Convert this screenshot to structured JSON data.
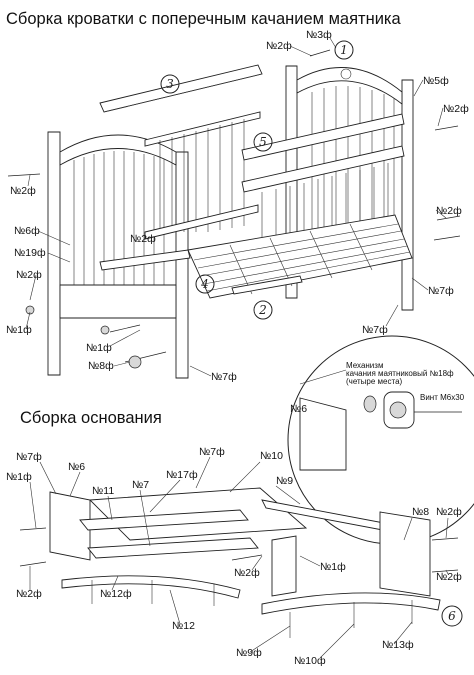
{
  "titles": {
    "crib_assembly": "Сборка кроватки с поперечным качанием маятника",
    "base_assembly": "Сборка основания"
  },
  "mechanism_callout": {
    "line1": "Механизм",
    "line2": "качания маятниковый №18ф",
    "line3": "(четыре места)",
    "screw": "Винт М6х30"
  },
  "step_numbers": [
    "1",
    "2",
    "3",
    "4",
    "5",
    "6"
  ],
  "part_labels": {
    "p_2f_top": "№2ф",
    "p_3f": "№3ф",
    "p_5f": "№5ф",
    "p_2f_right_top": "№2ф",
    "p_2f_left": "№2ф",
    "p_2f_right_mid": "№2ф",
    "p_6f_left": "№6ф",
    "p_19f": "№19ф",
    "p_2f_center": "№2ф",
    "p_2f_left_low": "№2ф",
    "p_7f_right": "№7ф",
    "p_1f_left": "№1ф",
    "p_7f_bottom": "№7ф",
    "p_1f_center": "№1ф",
    "p_8f": "№8ф",
    "p_7f_lower": "№7ф",
    "p_6f_callout": "№6",
    "b_7f_left": "№7ф",
    "b_6": "№6",
    "b_7f_mid": "№7ф",
    "b_10": "№10",
    "b_1f_left": "№1ф",
    "b_17f": "№17ф",
    "b_11": "№11",
    "b_7": "№7",
    "b_9": "№9",
    "b_8": "№8",
    "b_2f_right_top": "№2ф",
    "b_2f_mid": "№2ф",
    "b_1f_mid": "№1ф",
    "b_2f_right_low": "№2ф",
    "b_2f_left": "№2ф",
    "b_12f": "№12ф",
    "b_12": "№12",
    "b_9f": "№9ф",
    "b_10f": "№10ф",
    "b_13f": "№13ф"
  }
}
